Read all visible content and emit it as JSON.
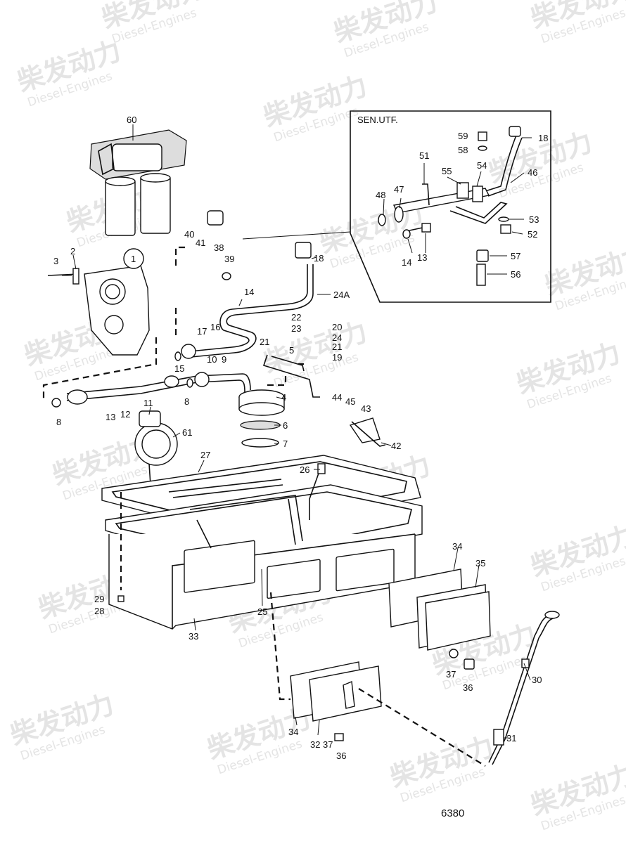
{
  "watermark": {
    "cn": "柴发动力",
    "en": "Diesel-Engines"
  },
  "inset": {
    "title": "SEN.UTF."
  },
  "figure_number": "6380",
  "callouts": [
    {
      "id": "c60",
      "text": "60"
    },
    {
      "id": "c18a",
      "text": "18"
    },
    {
      "id": "c46",
      "text": "46"
    },
    {
      "id": "c59",
      "text": "59"
    },
    {
      "id": "c58",
      "text": "58"
    },
    {
      "id": "c51",
      "text": "51"
    },
    {
      "id": "c55",
      "text": "55"
    },
    {
      "id": "c54",
      "text": "54"
    },
    {
      "id": "c48",
      "text": "48"
    },
    {
      "id": "c47",
      "text": "47"
    },
    {
      "id": "c53",
      "text": "53"
    },
    {
      "id": "c52",
      "text": "52"
    },
    {
      "id": "c14a",
      "text": "14"
    },
    {
      "id": "c13a",
      "text": "13"
    },
    {
      "id": "c57",
      "text": "57"
    },
    {
      "id": "c56",
      "text": "56"
    },
    {
      "id": "c40",
      "text": "40"
    },
    {
      "id": "c41",
      "text": "41"
    },
    {
      "id": "c38",
      "text": "38"
    },
    {
      "id": "c39",
      "text": "39"
    },
    {
      "id": "c18b",
      "text": "18"
    },
    {
      "id": "c3",
      "text": "3"
    },
    {
      "id": "c2",
      "text": "2"
    },
    {
      "id": "c1",
      "text": "1"
    },
    {
      "id": "c14b",
      "text": "14"
    },
    {
      "id": "c24A",
      "text": "24A"
    },
    {
      "id": "c22",
      "text": "22"
    },
    {
      "id": "c23",
      "text": "23"
    },
    {
      "id": "c17",
      "text": "17"
    },
    {
      "id": "c16",
      "text": "16"
    },
    {
      "id": "c20",
      "text": "20"
    },
    {
      "id": "c24",
      "text": "24"
    },
    {
      "id": "c21a",
      "text": "21"
    },
    {
      "id": "c21b",
      "text": "21"
    },
    {
      "id": "c5",
      "text": "5"
    },
    {
      "id": "c19",
      "text": "19"
    },
    {
      "id": "c15",
      "text": "15"
    },
    {
      "id": "c10",
      "text": "10"
    },
    {
      "id": "c9",
      "text": "9"
    },
    {
      "id": "c4",
      "text": "4"
    },
    {
      "id": "c8a",
      "text": "8"
    },
    {
      "id": "c8b",
      "text": "8"
    },
    {
      "id": "c13b",
      "text": "13"
    },
    {
      "id": "c12",
      "text": "12"
    },
    {
      "id": "c11",
      "text": "11"
    },
    {
      "id": "c61",
      "text": "61"
    },
    {
      "id": "c44",
      "text": "44"
    },
    {
      "id": "c45",
      "text": "45"
    },
    {
      "id": "c43",
      "text": "43"
    },
    {
      "id": "c6",
      "text": "6"
    },
    {
      "id": "c7",
      "text": "7"
    },
    {
      "id": "c42",
      "text": "42"
    },
    {
      "id": "c27",
      "text": "27"
    },
    {
      "id": "c26",
      "text": "26"
    },
    {
      "id": "c34a",
      "text": "34"
    },
    {
      "id": "c35",
      "text": "35"
    },
    {
      "id": "c29",
      "text": "29"
    },
    {
      "id": "c28",
      "text": "28"
    },
    {
      "id": "c25",
      "text": "25"
    },
    {
      "id": "c33",
      "text": "33"
    },
    {
      "id": "c37a",
      "text": "37"
    },
    {
      "id": "c36a",
      "text": "36"
    },
    {
      "id": "c30",
      "text": "30"
    },
    {
      "id": "c34b",
      "text": "34"
    },
    {
      "id": "c32",
      "text": "32"
    },
    {
      "id": "c37b",
      "text": "37"
    },
    {
      "id": "c36b",
      "text": "36"
    },
    {
      "id": "c31",
      "text": "31"
    }
  ]
}
